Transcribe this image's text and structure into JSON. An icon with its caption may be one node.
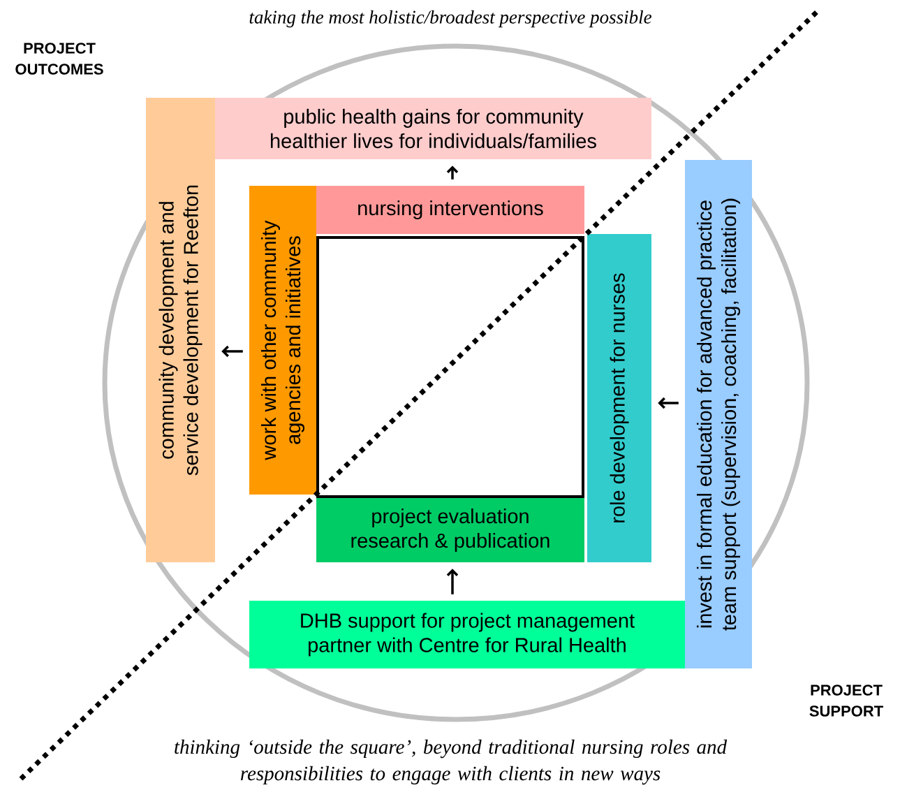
{
  "diagram": {
    "title": "taking the most holistic/broadest perspective possible",
    "caption": "thinking ‘outside the square’, beyond traditional nursing roles and responsibilities to engage with clients in new ways",
    "nodes": [
      {
        "text": [
          "public health gains for community",
          "healthier lives for individuals/families"
        ]
      },
      {
        "text": [
          "nursing interventions"
        ]
      },
      {
        "text": [
          "work with other community agencies and initiatives"
        ]
      },
      {
        "text": [
          "community development and service development for Reefton"
        ]
      },
      {
        "text": [
          "role development for nurses"
        ]
      },
      {
        "text": [
          "invest in formal education for advanced practice",
          "team support (supervision, coaching, facilitation)"
        ]
      },
      {
        "text": [
          "project evaluation",
          "research & publication"
        ]
      },
      {
        "text": [
          "DHB support for project management",
          "partner with Centre for Rural Health"
        ]
      },
      {
        "text": [],
        "shape": "box"
      }
    ],
    "edges": [
      {
        "from": 1,
        "to": 0,
        "arrow": "to"
      },
      {
        "from": 2,
        "to": 3,
        "arrow": "to"
      },
      {
        "from": 7,
        "to": 6,
        "arrow": "to"
      },
      {
        "from": 5,
        "to": 4,
        "arrow": "to"
      }
    ],
    "labels": [
      "PROJECT OUTCOMES",
      "PROJECT SUPPORT"
    ]
  }
}
